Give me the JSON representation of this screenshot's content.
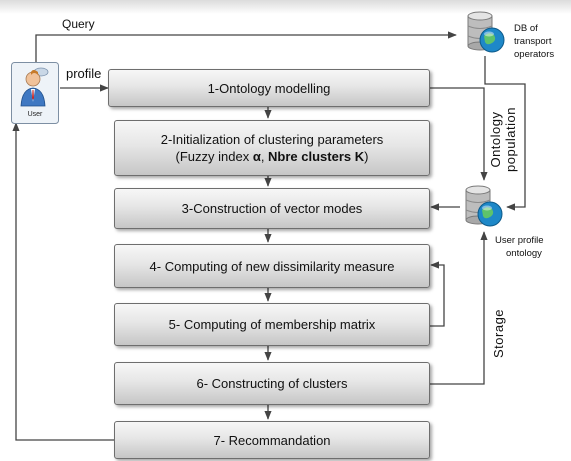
{
  "labels": {
    "query": "Query",
    "profile": "profile",
    "db_line1": "DB of",
    "db_line2": "transport",
    "db_line3": "operators",
    "ontology": "Ontology",
    "population": "population",
    "storage": "Storage",
    "upo_line1": "User profile",
    "upo_line2": "ontology",
    "user": "User"
  },
  "steps": [
    {
      "text": "1-Ontology modelling"
    },
    {
      "line1": "2-Initialization of clustering parameters",
      "line2_pre": "(Fuzzy index ",
      "alpha": "α",
      "line2_mid": ", ",
      "line2_bold": "Nbre clusters K",
      "line2_post": ")"
    },
    {
      "text": "3-Construction of vector modes"
    },
    {
      "text": "4- Computing  of new dissimilarity measure"
    },
    {
      "text": "5- Computing  of membership matrix"
    },
    {
      "text": "6- Constructing of clusters"
    },
    {
      "text": "7- Recommandation"
    }
  ],
  "colors": {
    "box_border": "#6e6e6e",
    "arrow": "#444444",
    "db_body": "#bdbdbd",
    "globe": "#1e88c8"
  },
  "icons": {
    "user": "user-icon",
    "transport_db": "database-globe-icon",
    "profile_db": "database-globe-icon"
  }
}
